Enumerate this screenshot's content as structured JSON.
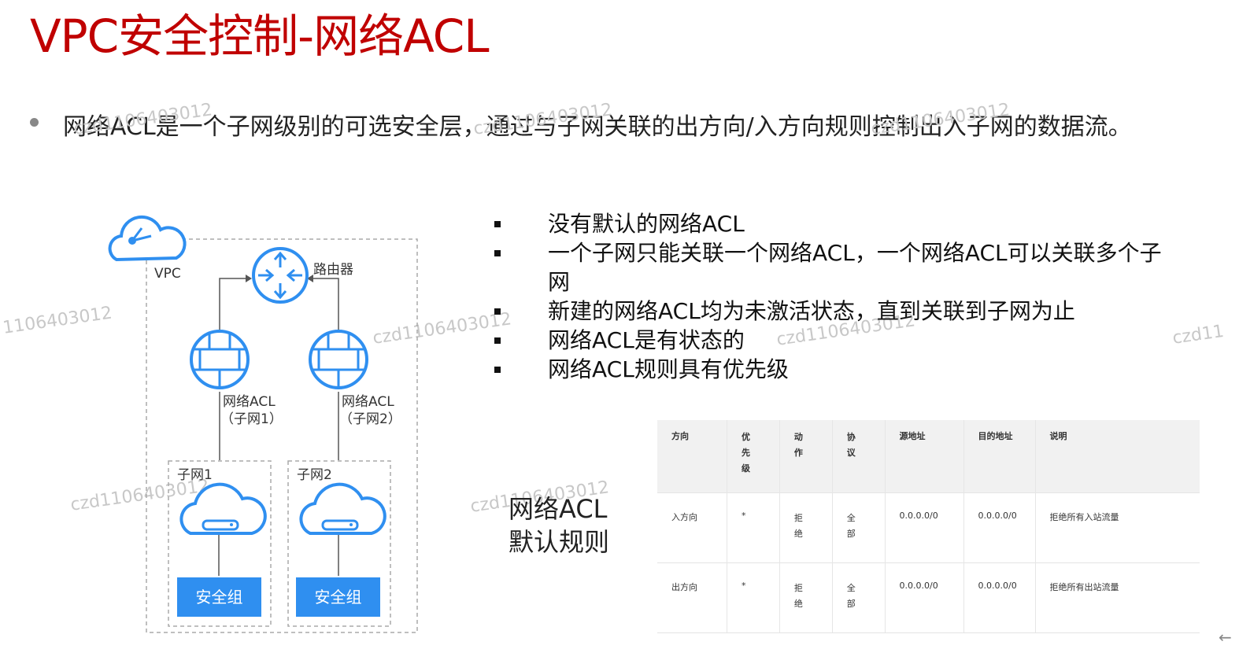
{
  "title": "VPC安全控制-网络ACL",
  "main_bullet": "网络ACL是一个子网级别的可选安全层，通过与子网关联的出方向/入方向规则控制出入子网的数据流。",
  "bullets": [
    "没有默认的网络ACL",
    "一个子网只能关联一个网络ACL，一个网络ACL可以关联多个子网",
    "新建的网络ACL均为未激活状态，直到关联到子网为止",
    "网络ACL是有状态的",
    "网络ACL规则具有优先级"
  ],
  "diagram": {
    "vpc_label": "VPC",
    "router_label": "路由器",
    "acl1_label_line1": "网络ACL",
    "acl1_label_line2": "（子网1）",
    "acl2_label_line1": "网络ACL",
    "acl2_label_line2": "（子网2）",
    "subnet1_label": "子网1",
    "subnet2_label": "子网2",
    "sg1_label": "安全组",
    "sg2_label": "安全组"
  },
  "caption_line1": "网络ACL",
  "caption_line2": "默认规则",
  "table": {
    "headers": [
      "方向",
      "优先级",
      "动作",
      "协议",
      "源地址",
      "目的地址",
      "说明"
    ],
    "rows": [
      [
        "入方向",
        "*",
        "拒绝",
        "全部",
        "0.0.0.0/0",
        "0.0.0.0/0",
        "拒绝所有入站流量"
      ],
      [
        "出方向",
        "*",
        "拒绝",
        "全部",
        "0.0.0.0/0",
        "0.0.0.0/0",
        "拒绝所有出站流量"
      ]
    ]
  },
  "watermarks": [
    "czd1106403012",
    "czd1106403012",
    "czd1106403012",
    "1106403012",
    "czd1106403012",
    "czd1106403012",
    "czd1106403012",
    "czd1106403012",
    "czd11"
  ],
  "colors": {
    "title": "#c00000",
    "accent_blue": "#2f8ff0",
    "watermark": "#c8c8c8"
  }
}
